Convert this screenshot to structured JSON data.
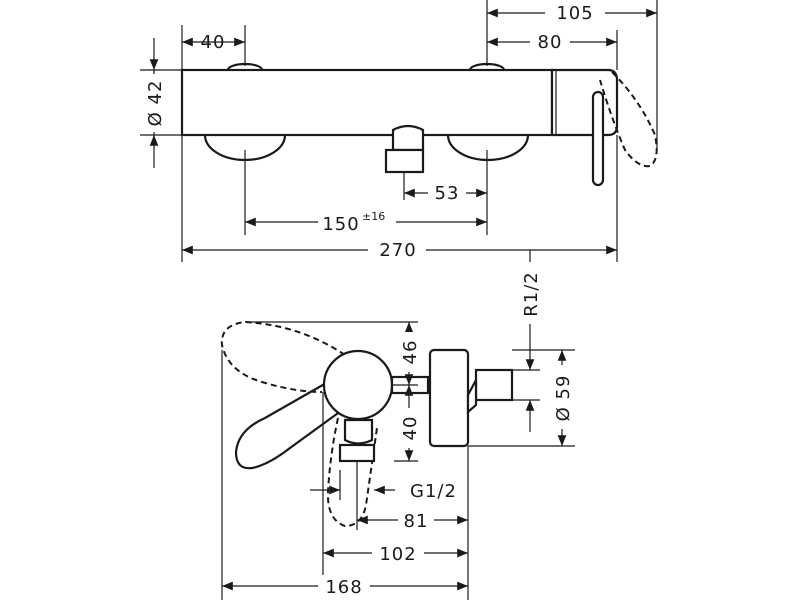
{
  "top_view": {
    "dim_40": "40",
    "dim_105": "105",
    "dim_80": "80",
    "dim_d42": "Ø 42",
    "dim_53": "53",
    "dim_150": "150",
    "dim_150_tol": "±16",
    "dim_270": "270"
  },
  "side_view": {
    "dim_r12": "R1/2",
    "dim_46": "46",
    "dim_40": "40",
    "dim_d59": "Ø 59",
    "dim_g12": "G1/2",
    "dim_81": "81",
    "dim_102": "102",
    "dim_168": "168"
  }
}
